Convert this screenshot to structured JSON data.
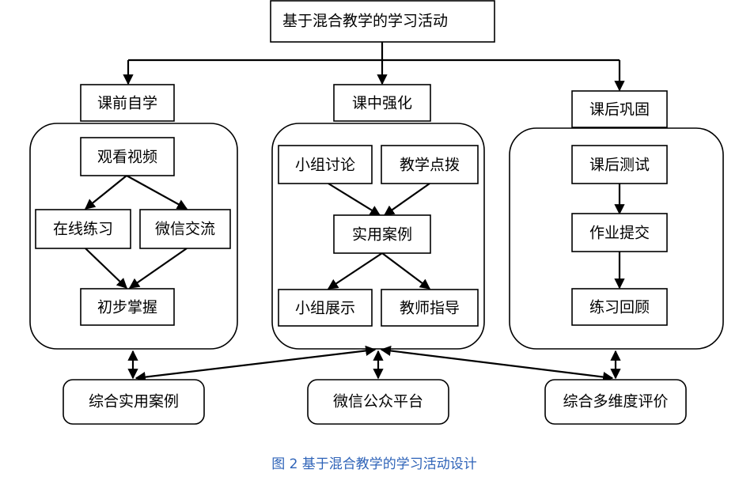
{
  "title": "基于混合教学的学习活动",
  "stages": {
    "pre": "课前自学",
    "mid": "课中强化",
    "post": "课后巩固"
  },
  "pre_items": {
    "watch": "观看视频",
    "online": "在线练习",
    "wechat": "微信交流",
    "grasp": "初步掌握"
  },
  "mid_items": {
    "group_discuss": "小组讨论",
    "teacher_guide": "教学点拨",
    "case": "实用案例",
    "group_show": "小组展示",
    "teacher_instruct": "教师指导"
  },
  "post_items": {
    "test": "课后测试",
    "homework": "作业提交",
    "review": "练习回顾"
  },
  "bottom": {
    "cases": "综合实用案例",
    "platform": "微信公众平台",
    "evaluation": "综合多维度评价"
  },
  "caption": "图 2  基于混合教学的学习活动设计",
  "colors": {
    "caption": "#2e63b8"
  }
}
